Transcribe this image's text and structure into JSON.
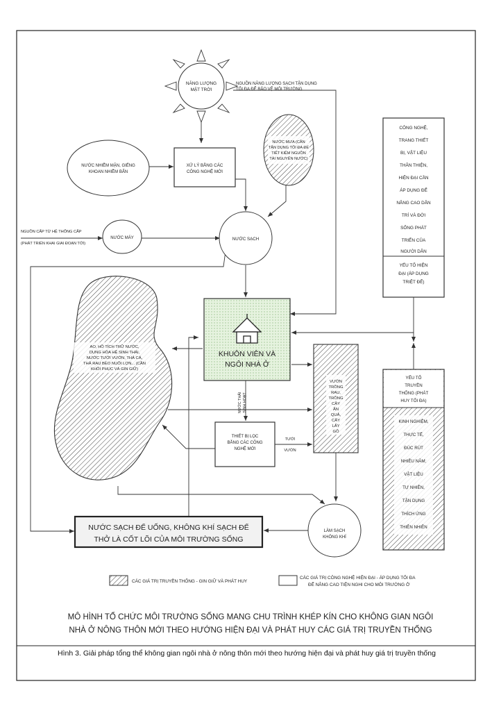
{
  "sun": {
    "label": [
      "NĂNG LƯỢNG",
      "MẶT TRỜI"
    ],
    "icon": "sun-icon"
  },
  "clean_energy_note": [
    "NGUỒN NĂNG LƯỢNG SẠCH TẬN DỤNG",
    "TỐI ĐA ĐỂ BẢO VỆ MÔI TRƯỜNG"
  ],
  "rainwater": [
    "NƯỚC MƯA (CẦN",
    "TẬN DỤNG TỐI ĐA ĐỂ",
    "TIẾT KIỆM NGUỒN",
    "TÀI NGUYÊN NƯỚC)"
  ],
  "groundwater": [
    "NƯỚC NHIỄM MẶN, GIẾNG",
    "KHOAN NHIỄM BẨN"
  ],
  "treatment": [
    "XỬ LÝ BẰNG CÁC",
    "CÔNG NGHỆ MỚI"
  ],
  "system_supply": [
    "NGUỒN CẤP TỪ HỆ THỐNG CẤP",
    "(PHÁT TRIỂN KHAI GIAI ĐOẠN TỚI)"
  ],
  "tap_water": "NƯỚC MÁY",
  "clean_water": "NƯỚC SẠCH",
  "pond": [
    "AO, HỒ TÍCH TRỮ NƯỚC,",
    "DUNG HÒA HỆ SINH THÁI,",
    "NƯỚC TƯỚI VƯỜN, THẢ CÁ,",
    "THẢ RAU BÈO NUÔI LỢN... (CẦN",
    "KHÔI PHỤC VÀ GIN GIỮ)"
  ],
  "house": {
    "label": [
      "KHUÔN VIÊN VÀ",
      "NGÔI NHÀ Ở"
    ],
    "icon": "house-icon"
  },
  "domestic_water": [
    "NƯỚC THẢI",
    "SINH HOẠT"
  ],
  "filter": [
    "THIẾT BỊ LỌC",
    "BẰNG CÁC CÔNG",
    "NGHỆ MỚI"
  ],
  "irrigation": [
    "TƯỚI",
    "VƯỜN"
  ],
  "garden": [
    "VƯỜN",
    "TRỒNG",
    "RAU,",
    "TRỒNG",
    "CÂY",
    "ĂN",
    "QUẢ,",
    "CÂY",
    "LẤY",
    "GỖ"
  ],
  "tech_box": [
    "CÔNG NGHỆ,",
    "TRANG THIẾT",
    "BỊ, VẬT LIỆU",
    "THÂN THIỆN,",
    "HIỆN ĐẠI CẦN",
    "ÁP DỤNG ĐỂ",
    "NÂNG CAO DÂN",
    "TRÍ VÀ ĐỜI",
    "SỐNG PHÁT",
    "TRIỂN CỦA",
    "NGƯỜI DÂN"
  ],
  "modern_factor": [
    "YẾU TỐ HIỆN",
    "ĐẠI (ÁP DỤNG",
    "TRIỆT ĐỂ)"
  ],
  "traditional_factor": [
    "YẾU TỐ",
    "TRUYỀN",
    "THỐNG (PHÁT",
    "HUY TỐI ĐA)"
  ],
  "experience_box": [
    "KINH NGHIỆM,",
    "THỰC TẾ,",
    "ĐÚC RÚT",
    "NHIỀU NĂM;",
    "VẬT LIỆU",
    "TỰ NHIÊN,",
    "TẬN DỤNG",
    "THÍCH ỨNG",
    "THIÊN NHIÊN"
  ],
  "clean_air": [
    "LÀM SẠCH",
    "KHÔNG KHÍ"
  ],
  "core_banner": [
    "NƯỚC SẠCH ĐỂ UỐNG, KHÔNG KHÍ SẠCH ĐỂ",
    "THỞ LÀ CỐT LÕI CỦA MÔI TRƯỜNG SỐNG"
  ],
  "legend": {
    "traditional": "CÁC GIÁ TRỊ TRUYỀN THỐNG - GIN GIỮ VÀ PHÁT HUY",
    "modern": [
      "CÁC GIÁ TRỊ CÔNG NGHỆ  HIỆN ĐẠI - ÁP DỤNG TỐI ĐA",
      "ĐỂ NÂNG CAO TIỆN NGHI CHO MÔI TRƯỜNG Ở"
    ]
  },
  "main_title": [
    "MÔ HÌNH TỔ CHỨC MÔI TRƯỜNG SỐNG MANG CHU TRÌNH  KHÉP KÍN CHO KHÔNG GIAN NGÔI",
    "NHÀ Ở NÔNG THÔN MỚI  THEO HƯỚNG HIỆN ĐẠI VÀ PHÁT HUY CÁC GIÁ TRỊ TRUYỀN THỐNG"
  ],
  "caption": "Hình 3. Giải pháp tổng thể không gian ngôi nhà ở nông thôn mới theo hướng hiện đại và phát huy giá trị truyền thống",
  "colors": {
    "house_fill": "#e6f3df",
    "line": "#333333",
    "banner_fill": "#f2f2f2"
  }
}
